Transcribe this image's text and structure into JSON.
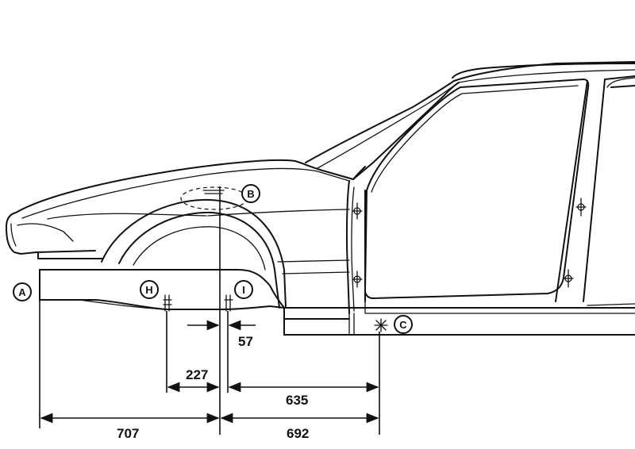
{
  "markers": {
    "A": "A",
    "B": "B",
    "C": "C",
    "H": "H",
    "I": "I"
  },
  "dimensions": {
    "d57": "57",
    "d227": "227",
    "d635": "635",
    "d692": "692",
    "d707": "707"
  }
}
